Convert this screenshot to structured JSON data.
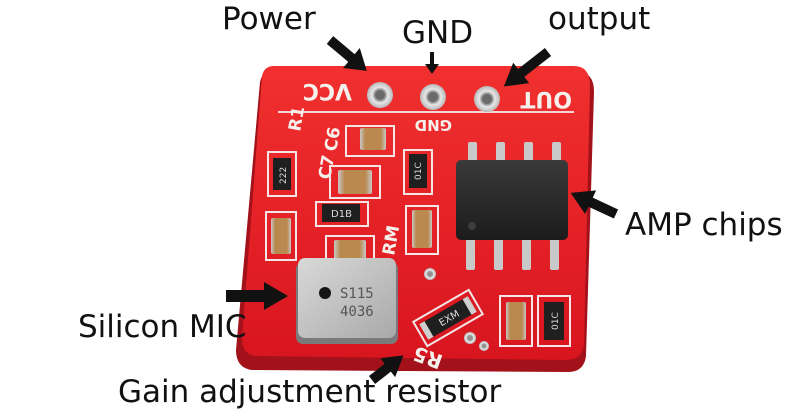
{
  "labels": {
    "power": "Power",
    "gnd": "GND",
    "output": "output",
    "amp": "AMP chips",
    "mic": "Silicon MIC",
    "gain": "Gain adjustment resistor"
  },
  "board": {
    "vcc": "VCC",
    "gnd": "GND",
    "out": "OUT",
    "r1": "R1",
    "c6": "C6",
    "c7": "C7",
    "r5": "R5",
    "rm": "RM",
    "mic_line1": "S115",
    "mic_line2": "4036",
    "res_a": "222",
    "res_b": "D1B",
    "res_c": "01C",
    "res_d": "01C",
    "res_e": "EXM"
  },
  "colors": {
    "pcb": "#e8202a",
    "pcb_shadow": "#a3121a",
    "chip": "#262626",
    "arrow": "#111111"
  }
}
